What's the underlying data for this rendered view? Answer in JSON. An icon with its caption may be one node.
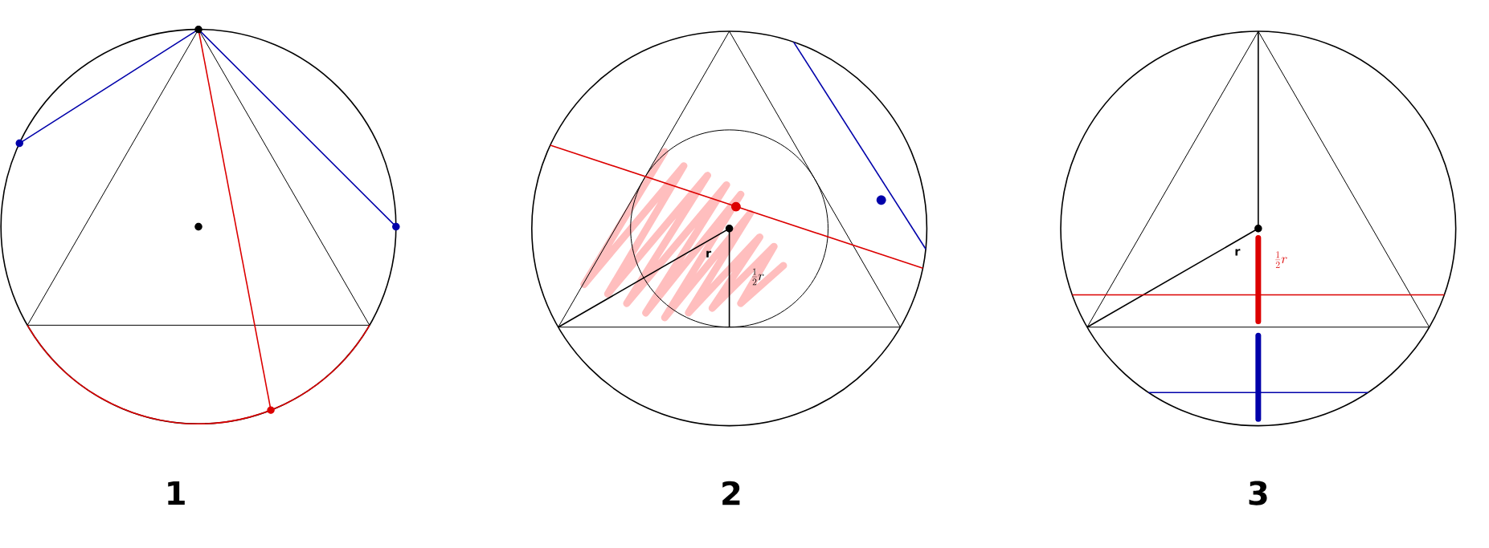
{
  "diagram": {
    "labels": [
      "r",
      "\\frac{1}{2}r",
      "r",
      "\\frac{1}{2}r",
      "1",
      "2",
      "3"
    ]
  }
}
